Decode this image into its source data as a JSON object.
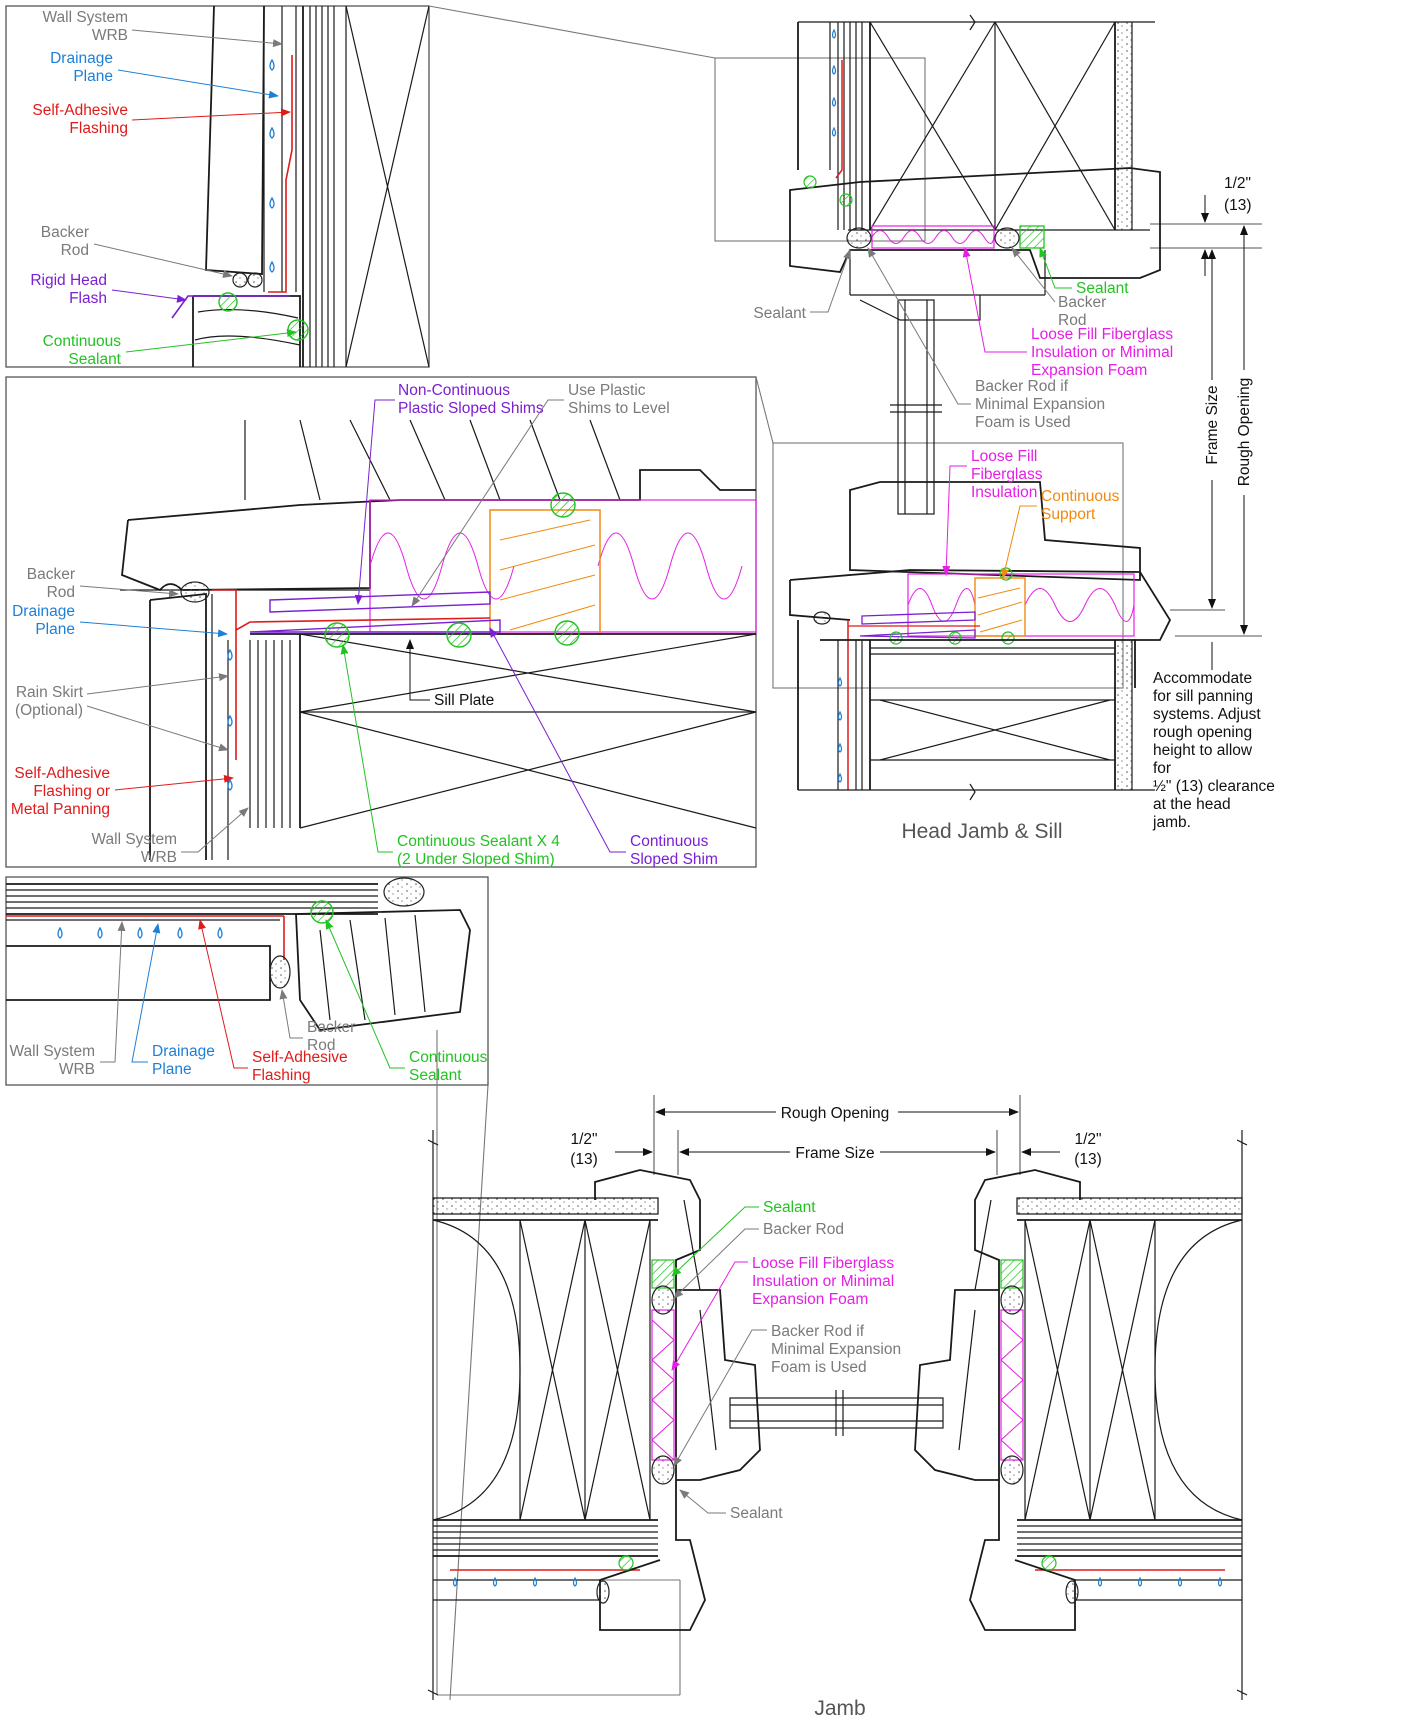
{
  "colors": {
    "grey": "#7a7a7a",
    "blue": "#1e7fd6",
    "red": "#e01b1b",
    "purple": "#7a1fd1",
    "green": "#22c322",
    "magenta": "#e61ee6",
    "orange": "#f08a10",
    "black": "#111111"
  },
  "detail_head": {
    "wall_system_wrb": [
      "Wall System",
      "WRB"
    ],
    "drainage_plane": [
      "Drainage",
      "Plane"
    ],
    "self_adhesive_flashing": [
      "Self-Adhesive",
      "Flashing"
    ],
    "backer_rod": [
      "Backer",
      "Rod"
    ],
    "rigid_head_flash": [
      "Rigid Head",
      "Flash"
    ],
    "continuous_sealant": [
      "Continuous",
      "Sealant"
    ]
  },
  "detail_sill": {
    "non_continuous_shims": [
      "Non-Continuous",
      "Plastic Sloped Shims"
    ],
    "use_plastic_shims": [
      "Use Plastic",
      "Shims to Level"
    ],
    "backer_rod": [
      "Backer",
      "Rod"
    ],
    "drainage_plane": [
      "Drainage",
      "Plane"
    ],
    "rain_skirt": [
      "Rain Skirt",
      "(Optional)"
    ],
    "sill_plate": "Sill Plate",
    "self_adhesive_flashing": [
      "Self-Adhesive",
      "Flashing or",
      "Metal Panning"
    ],
    "wall_system_wrb": [
      "Wall System",
      "WRB"
    ],
    "continuous_sealant_x4": [
      "Continuous Sealant X 4",
      "(2 Under Sloped Shim)"
    ],
    "continuous_sloped_shim": [
      "Continuous",
      "Sloped Shim"
    ]
  },
  "detail_jamb": {
    "wall_system_wrb": [
      "Wall System",
      "WRB"
    ],
    "drainage_plane": [
      "Drainage",
      "Plane"
    ],
    "self_adhesive_flashing": [
      "Self-Adhesive",
      "Flashing"
    ],
    "backer_rod": [
      "Backer",
      "Rod"
    ],
    "continuous_sealant": [
      "Continuous",
      "Sealant"
    ]
  },
  "head_sill_section": {
    "title": "Head Jamb & Sill",
    "half_inch": "1/2\"",
    "thirteen": "(13)",
    "sealant_left": "Sealant",
    "sealant_right": "Sealant",
    "backer_rod": [
      "Backer",
      "Rod"
    ],
    "loose_fill_foam": [
      "Loose Fill Fiberglass",
      "Insulation or Minimal",
      "Expansion Foam"
    ],
    "backer_rod_if": [
      "Backer Rod if",
      "Minimal Expansion",
      "Foam is Used"
    ],
    "loose_fill": [
      "Loose Fill",
      "Fiberglass",
      "Insulation"
    ],
    "continuous_support": [
      "Continuous",
      "Support"
    ],
    "frame_size": "Frame Size",
    "rough_opening": "Rough Opening",
    "accommodate_note": [
      "Accommodate",
      "for sill panning",
      "systems. Adjust",
      "rough opening",
      "height to allow",
      "for",
      "½\" (13) clearance",
      "at the head",
      "jamb."
    ]
  },
  "jamb_section": {
    "title": "Jamb",
    "rough_opening": "Rough Opening",
    "frame_size": "Frame Size",
    "half_inch": "1/2\"",
    "thirteen": "(13)",
    "sealant_top": "Sealant",
    "backer_rod": "Backer Rod",
    "loose_fill_foam": [
      "Loose Fill Fiberglass",
      "Insulation or Minimal",
      "Expansion Foam"
    ],
    "backer_rod_if": [
      "Backer Rod if",
      "Minimal Expansion",
      "Foam is Used"
    ],
    "sealant_bottom": "Sealant"
  }
}
